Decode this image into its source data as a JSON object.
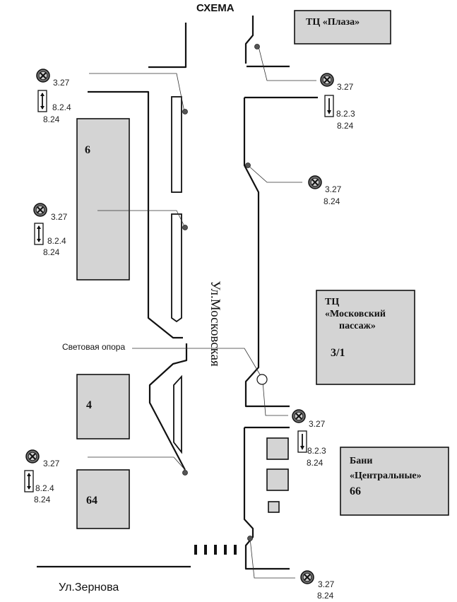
{
  "title": "СХЕМА",
  "streets": {
    "main": "Ул.Московская",
    "cross": "Ул.Зернова"
  },
  "light_pole_label": "Световая опора",
  "buildings": {
    "plaza": "ТЦ «Плаза»",
    "b6": "6",
    "moscow_l1": "ТЦ",
    "moscow_l2": "«Московский",
    "moscow_l3": "пассаж»",
    "moscow_num": "3/1",
    "b4": "4",
    "b64": "64",
    "baths_l1": "Бани",
    "baths_l2": "«Центральные»",
    "baths_num": "66"
  },
  "signs": {
    "s1": {
      "a": "3.27",
      "b": "8.2.4",
      "c": "8.24"
    },
    "s2": {
      "a": "3.27",
      "b": "8.2.3",
      "c": "8.24"
    },
    "s3": {
      "a": "3.27",
      "c": "8.24"
    },
    "s4": {
      "a": "3.27",
      "b": "8.2.4",
      "c": "8.24"
    },
    "s5": {
      "a": "3.27",
      "b": "8.2.3",
      "c": "8.24"
    },
    "s6": {
      "a": "3.27",
      "b": "8.2.4",
      "c": "8.24"
    },
    "s7": {
      "a": "3.27",
      "c": "8.24"
    }
  },
  "colors": {
    "building_fill": "#d4d4d4",
    "line": "#111111"
  }
}
